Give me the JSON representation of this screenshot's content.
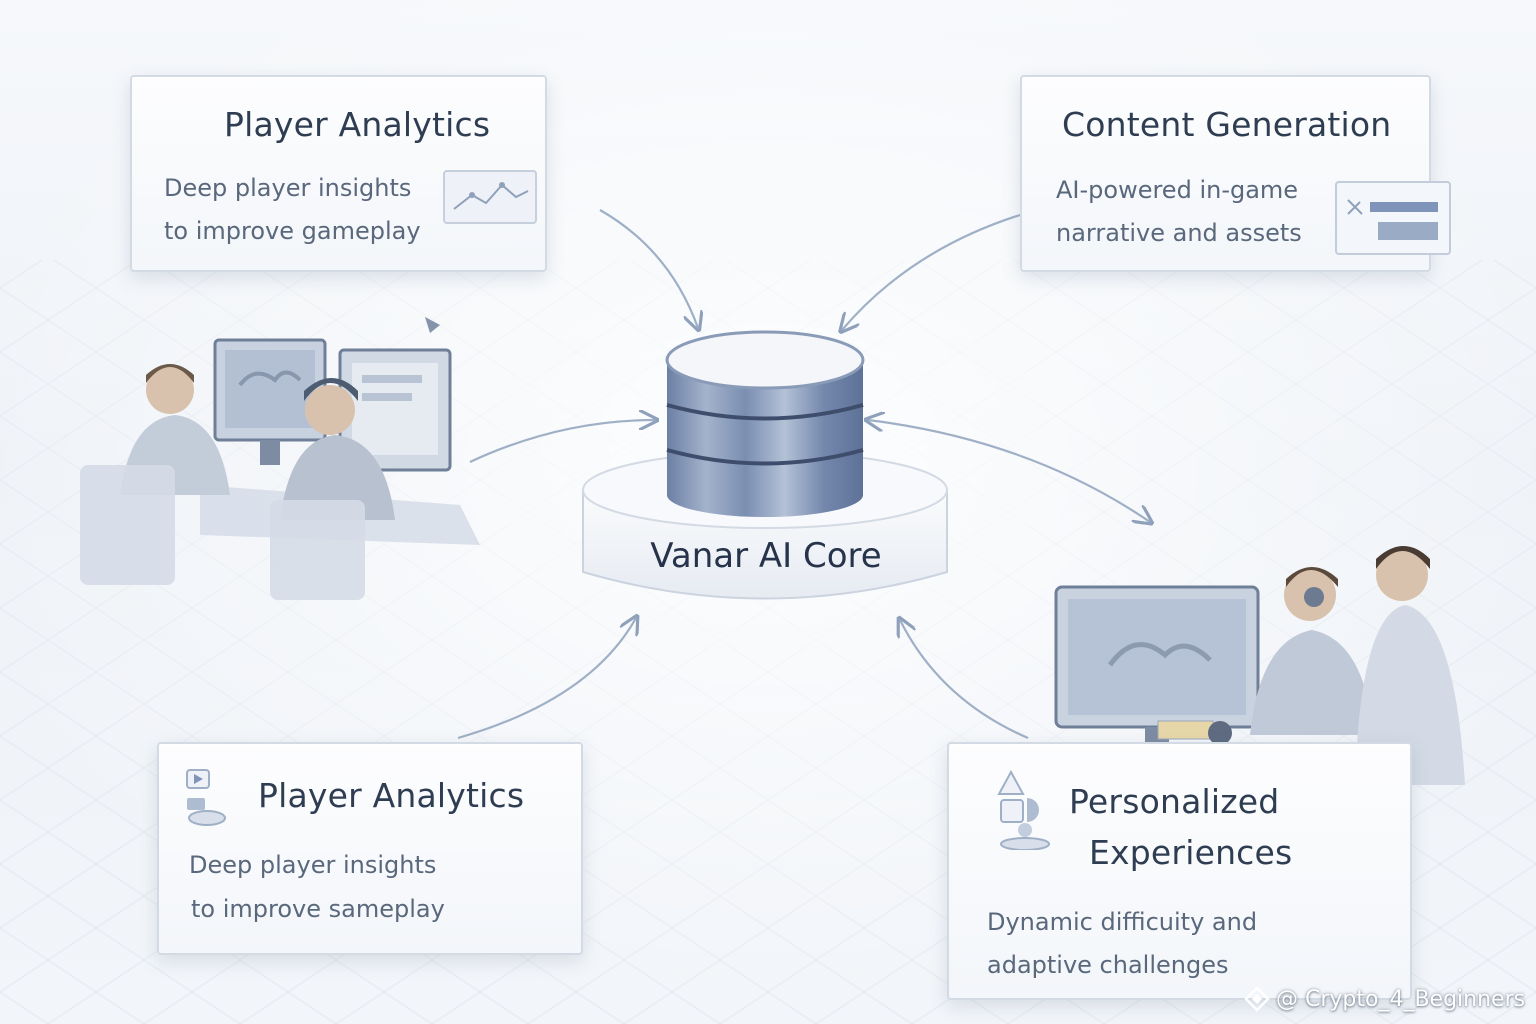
{
  "diagram": {
    "core": {
      "label": "Vanar AI Core"
    },
    "cards": [
      {
        "id": "top-left",
        "title": "Player Analytics",
        "desc_line1": "Deep player insights",
        "desc_line2": "to improve gameplay"
      },
      {
        "id": "top-right",
        "title": "Content Generation",
        "desc_line1": "AI-powered in-game",
        "desc_line2": "narrative and assets"
      },
      {
        "id": "bottom-left",
        "title": "Player Analytics",
        "desc_line1": "Deep player insights",
        "desc_line2": "to improve sameplay"
      },
      {
        "id": "bottom-right",
        "title_line1": "Personalized",
        "title_line2": "Experiences",
        "desc_line1": "Dynamic difficuity and",
        "desc_line2": "adaptive challenges"
      }
    ]
  },
  "watermark": {
    "text": "@ Crypto_4_Beginners",
    "logo_icon": "diamond-logo-icon"
  },
  "colors": {
    "card_border": "#d3dae4",
    "title_text": "#2f3d52",
    "body_text": "#5a687c",
    "database_blue": "#7f94b8",
    "arrow": "#9fb0c6"
  }
}
